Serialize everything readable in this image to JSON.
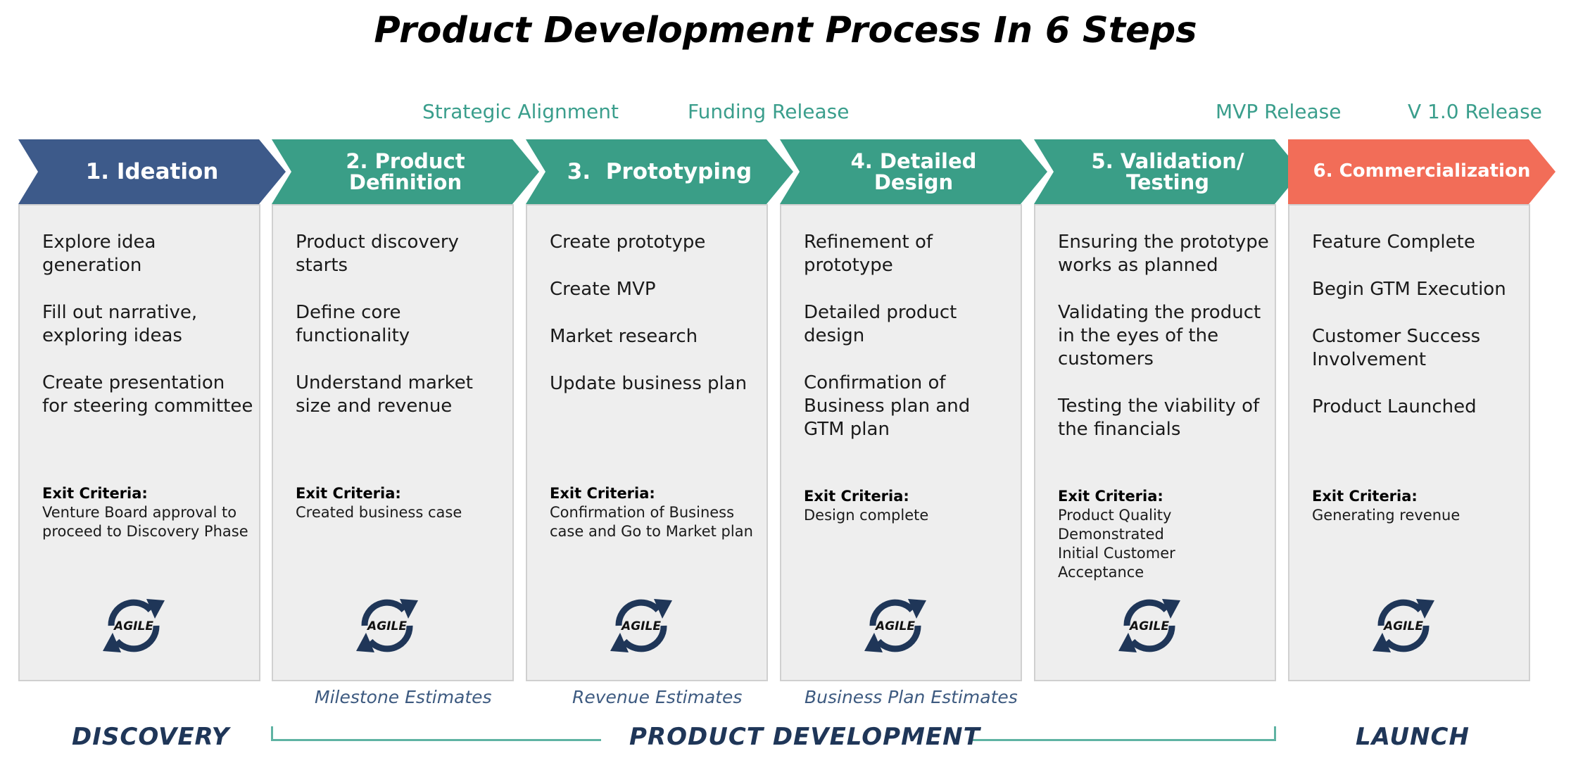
{
  "title": "Product Development Process In 6 Steps",
  "milestones": {
    "strategic_alignment": "Strategic Alignment",
    "funding_release": "Funding Release",
    "mvp_release": "MVP Release",
    "v1_release": "V 1.0 Release"
  },
  "colors": {
    "ideation": "#3d5a8a",
    "steps_green": "#3a9e87",
    "commercialization": "#f26d58",
    "milestone_text": "#3a9e8c",
    "phase_text": "#1f3658"
  },
  "steps": [
    {
      "title": "1. Ideation",
      "items": [
        "Explore idea generation",
        "Fill out narrative, exploring ideas",
        "Create presentation for steering committee"
      ],
      "exit_label": "Exit Criteria:",
      "exit_text": "Venture Board approval to proceed to Discovery Phase",
      "icon": "agile-cycle-icon",
      "icon_label": "AGILE"
    },
    {
      "title": "2. Product Definition",
      "items": [
        "Product discovery starts",
        "Define core functionality",
        "Understand market size and revenue"
      ],
      "exit_label": "Exit Criteria:",
      "exit_text": "Created business case",
      "icon": "agile-cycle-icon",
      "icon_label": "AGILE"
    },
    {
      "title": "3.  Prototyping",
      "items": [
        "Create prototype",
        "Create MVP",
        "Market research",
        "Update business plan"
      ],
      "exit_label": "Exit Criteria:",
      "exit_text": "Confirmation of Business case and Go to Market plan",
      "icon": "agile-cycle-icon",
      "icon_label": "AGILE"
    },
    {
      "title": "4.  Detailed Design",
      "items": [
        "Refinement of prototype",
        "Detailed product design",
        "Confirmation of Business plan and GTM plan"
      ],
      "exit_label": "Exit Criteria:",
      "exit_text": "Design complete",
      "icon": "agile-cycle-icon",
      "icon_label": "AGILE"
    },
    {
      "title": "5. Validation/ Testing",
      "items": [
        "Ensuring the prototype works as planned",
        "Validating the product in the eyes of the customers",
        "Testing the viability of the financials"
      ],
      "exit_label": "Exit Criteria:",
      "exit_text": "Product Quality Demonstrated Initial Customer Acceptance",
      "icon": "agile-cycle-icon",
      "icon_label": "AGILE"
    },
    {
      "title": "6. Commercialization",
      "items": [
        "Feature Complete",
        "Begin GTM Execution",
        "Customer Success Involvement",
        "Product Launched"
      ],
      "exit_label": "Exit Criteria:",
      "exit_text": "Generating revenue",
      "icon": "agile-cycle-icon",
      "icon_label": "AGILE"
    }
  ],
  "estimates": {
    "milestone": "Milestone Estimates",
    "revenue": "Revenue Estimates",
    "business_plan": "Business Plan Estimates"
  },
  "phases": {
    "discovery": "DISCOVERY",
    "product_development": "PRODUCT DEVELOPMENT",
    "launch": "LAUNCH"
  }
}
